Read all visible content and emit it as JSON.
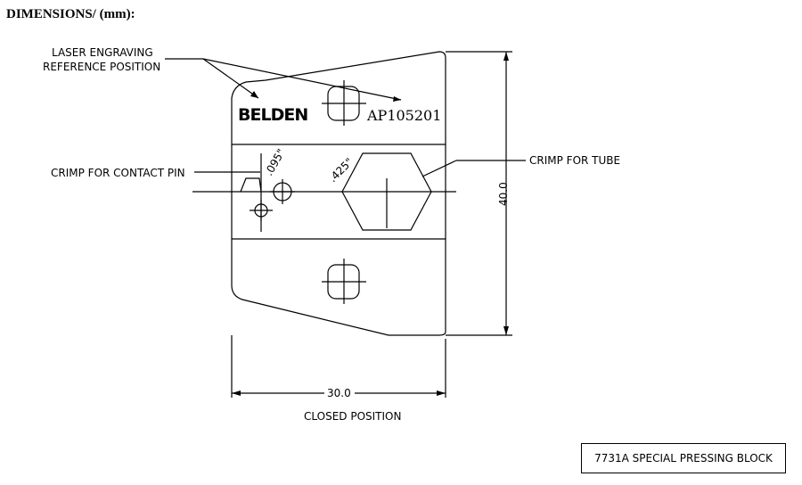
{
  "heading": "DIMENSIONS/ (mm):",
  "drawing": {
    "laser_label_line1": "LASER ENGRAVING",
    "laser_label_line2": "REFERENCE POSITION",
    "logo_text": "BELDEN",
    "part_number": "AP105201",
    "crimp_pin_label": "CRIMP FOR CONTACT PIN",
    "crimp_tube_label": "CRIMP FOR TUBE",
    "pin_dim": ".095\"",
    "tube_dim": ".425\"",
    "height_dim": "40.0",
    "width_dim": "30.0",
    "position_label": "CLOSED POSITION"
  },
  "title_block": "7731A SPECIAL PRESSING BLOCK"
}
